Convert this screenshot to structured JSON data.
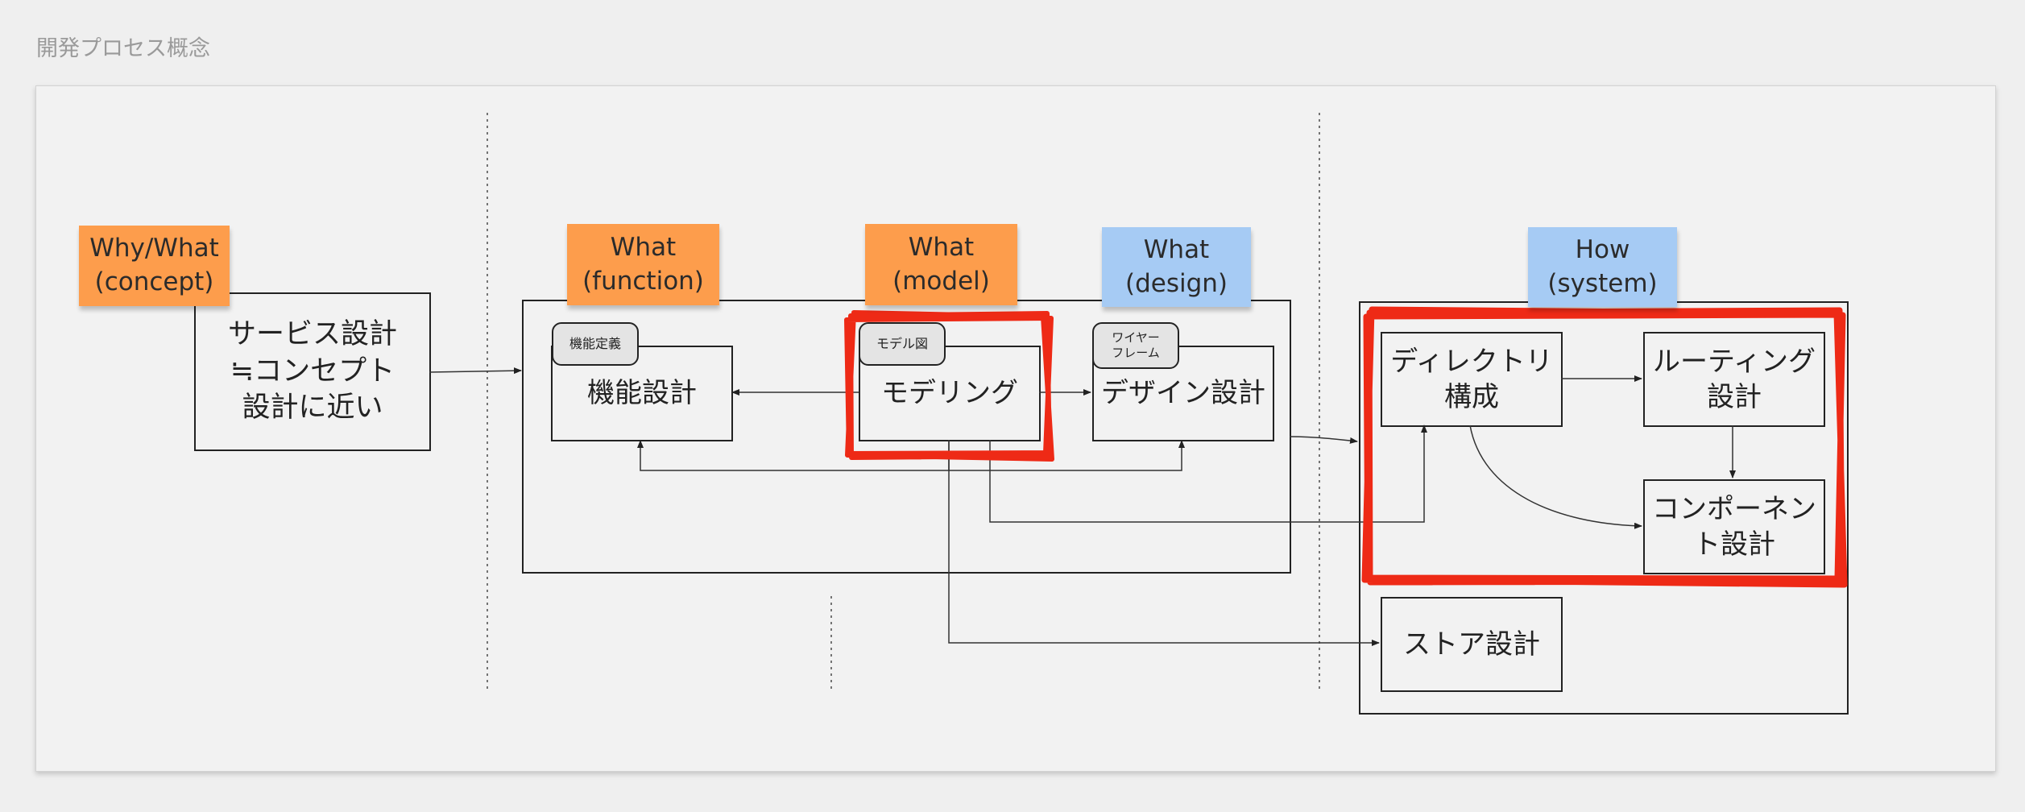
{
  "page_title": "開発プロセス概念",
  "stickies": {
    "why_what": "Why/What\n(concept)",
    "what_function": "What\n(function)",
    "what_model": "What\n(model)",
    "what_design": "What\n(design)",
    "how_system": "How\n(system)"
  },
  "boxes": {
    "service_design": "サービス設計\n≒コンセプト\n設計に近い",
    "function_design": "機能設計",
    "modeling": "モデリング",
    "design_design": "デザイン設計",
    "directory": "ディレクトリ\n構成",
    "routing": "ルーティング\n設計",
    "component": "コンポーネン\nト設計",
    "store": "ストア設計"
  },
  "tags": {
    "function_definition": "機能定義",
    "model_diagram": "モデル図",
    "wireframe": "ワイヤー\nフレーム"
  },
  "colors": {
    "sticky_orange": "#fd9d4c",
    "sticky_blue": "#a6cbf4",
    "highlight_red": "#ee2a16"
  }
}
